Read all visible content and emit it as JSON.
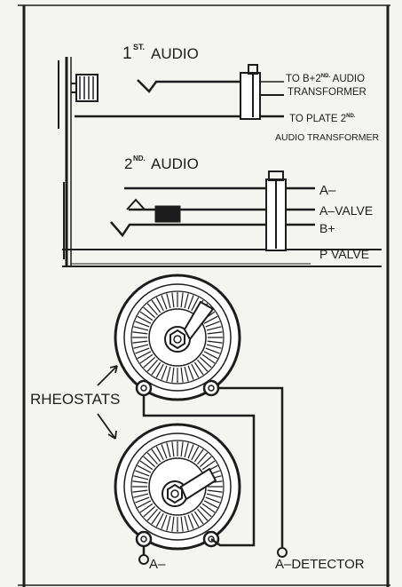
{
  "diagram": {
    "first_audio": {
      "heading": "1",
      "sup": "ST.",
      "word": "AUDIO"
    },
    "label_b2": {
      "pre": "TO B+2",
      "sup": "ND.",
      "post": " AUDIO"
    },
    "label_transformer": "TRANSFORMER",
    "label_plate": {
      "pre": "TO PLATE  2",
      "sup": "ND."
    },
    "label_audio_transformer": "AUDIO TRANSFORMER",
    "second_audio": {
      "heading": "2",
      "sup": "ND.",
      "word": "AUDIO"
    },
    "label_a_minus": "A–",
    "label_a_valve": "A–VALVE",
    "label_b_plus": "B+",
    "label_p_valve": "P VALVE",
    "rheostats": "RHEOSTATS",
    "bottom_a_minus": "A–",
    "bottom_a_detector": "A–DETECTOR"
  },
  "colors": {
    "ink": "#1c1c1c",
    "paper": "#f4f4f1"
  }
}
